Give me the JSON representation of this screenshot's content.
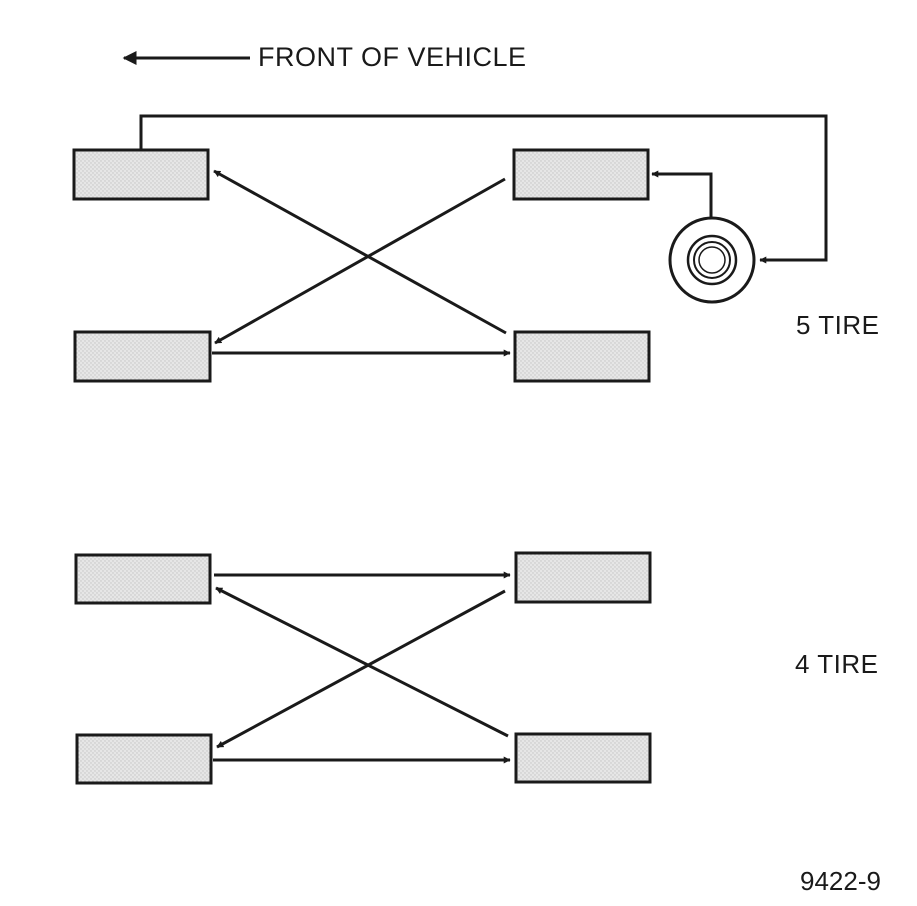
{
  "labels": {
    "front_of_vehicle": "FRONT OF VEHICLE",
    "five_tire": "5 TIRE",
    "four_tire": "4 TIRE",
    "figure_number": "9422-9"
  },
  "colors": {
    "ink": "#1a1a1a",
    "tire_fill": "#e2e2e2"
  }
}
